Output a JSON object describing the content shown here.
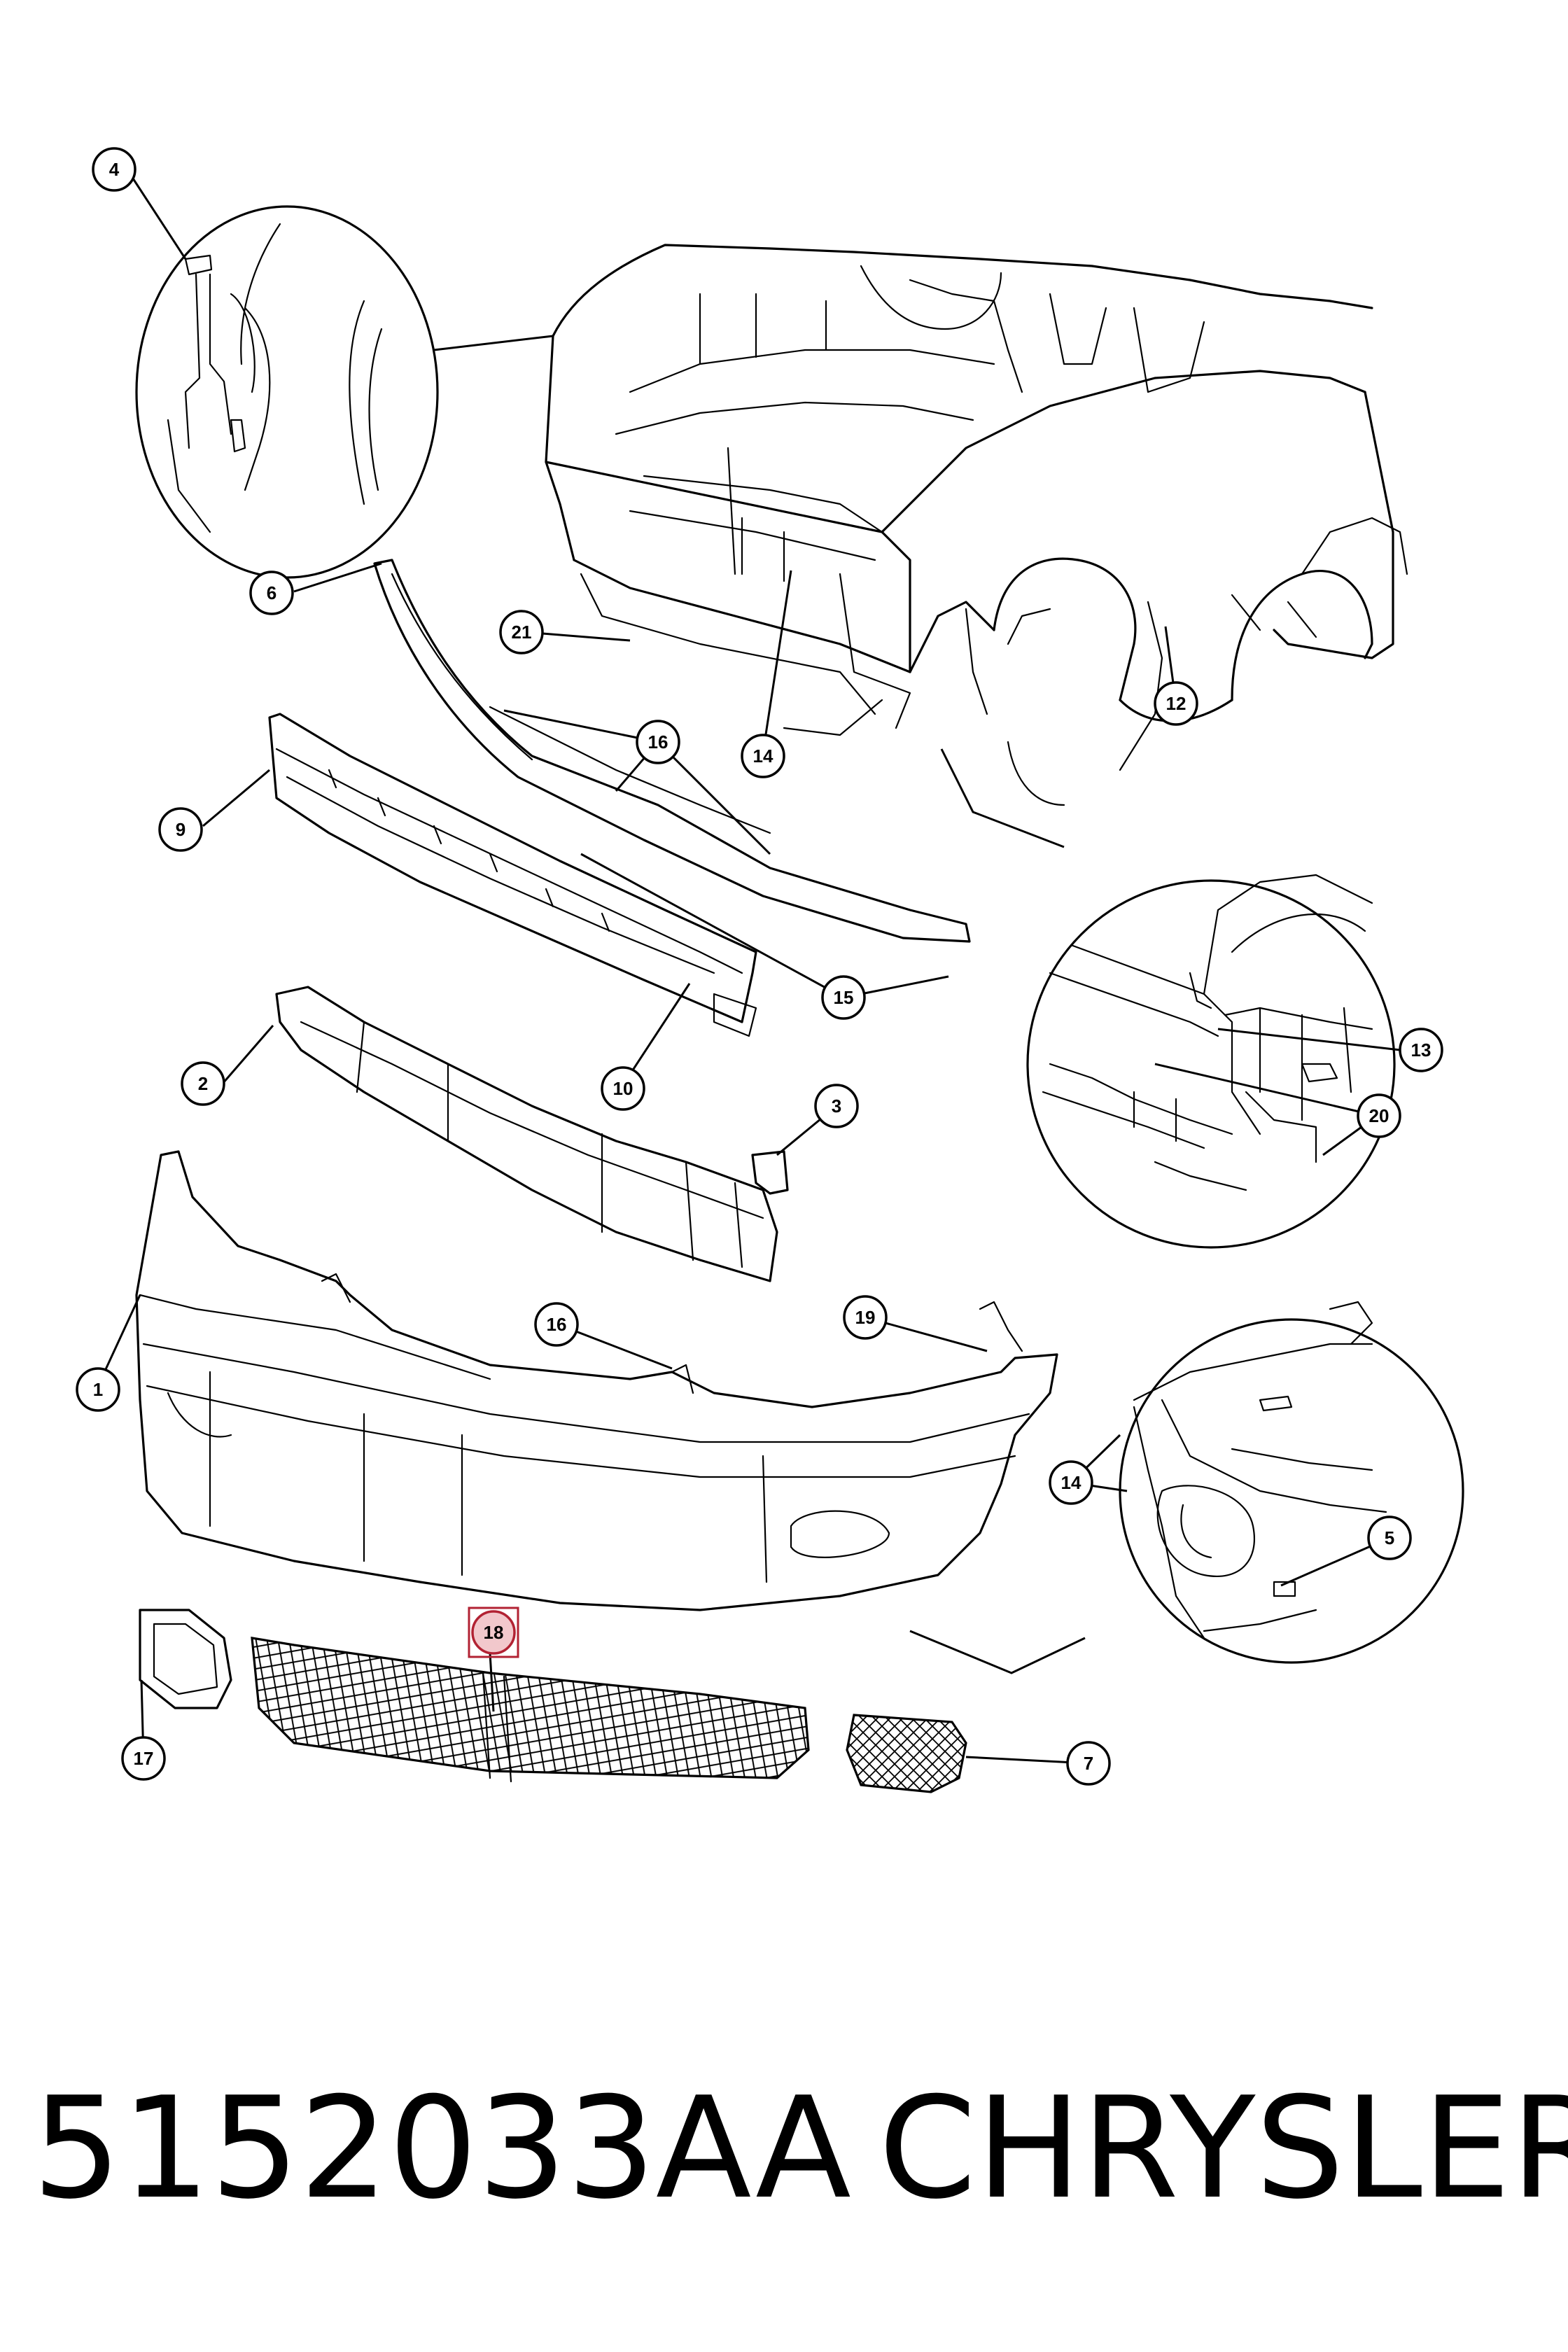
{
  "callouts": [
    {
      "label": "4",
      "highlighted": false
    },
    {
      "label": "6",
      "highlighted": false
    },
    {
      "label": "21",
      "highlighted": false
    },
    {
      "label": "16",
      "highlighted": false
    },
    {
      "label": "14",
      "highlighted": false
    },
    {
      "label": "12",
      "highlighted": false
    },
    {
      "label": "9",
      "highlighted": false
    },
    {
      "label": "15",
      "highlighted": false
    },
    {
      "label": "13",
      "highlighted": false
    },
    {
      "label": "2",
      "highlighted": false
    },
    {
      "label": "10",
      "highlighted": false
    },
    {
      "label": "20",
      "highlighted": false
    },
    {
      "label": "3",
      "highlighted": false
    },
    {
      "label": "16",
      "highlighted": false
    },
    {
      "label": "19",
      "highlighted": false
    },
    {
      "label": "1",
      "highlighted": false
    },
    {
      "label": "14",
      "highlighted": false
    },
    {
      "label": "5",
      "highlighted": false
    },
    {
      "label": "18",
      "highlighted": true
    },
    {
      "label": "17",
      "highlighted": false
    },
    {
      "label": "7",
      "highlighted": false
    }
  ],
  "footer": {
    "part_number": "5152033AA",
    "brand": "CHRYSLER"
  },
  "colors": {
    "highlight_fill": "#f2c8cc",
    "highlight_stroke": "#b22233",
    "ink": "#000000"
  }
}
